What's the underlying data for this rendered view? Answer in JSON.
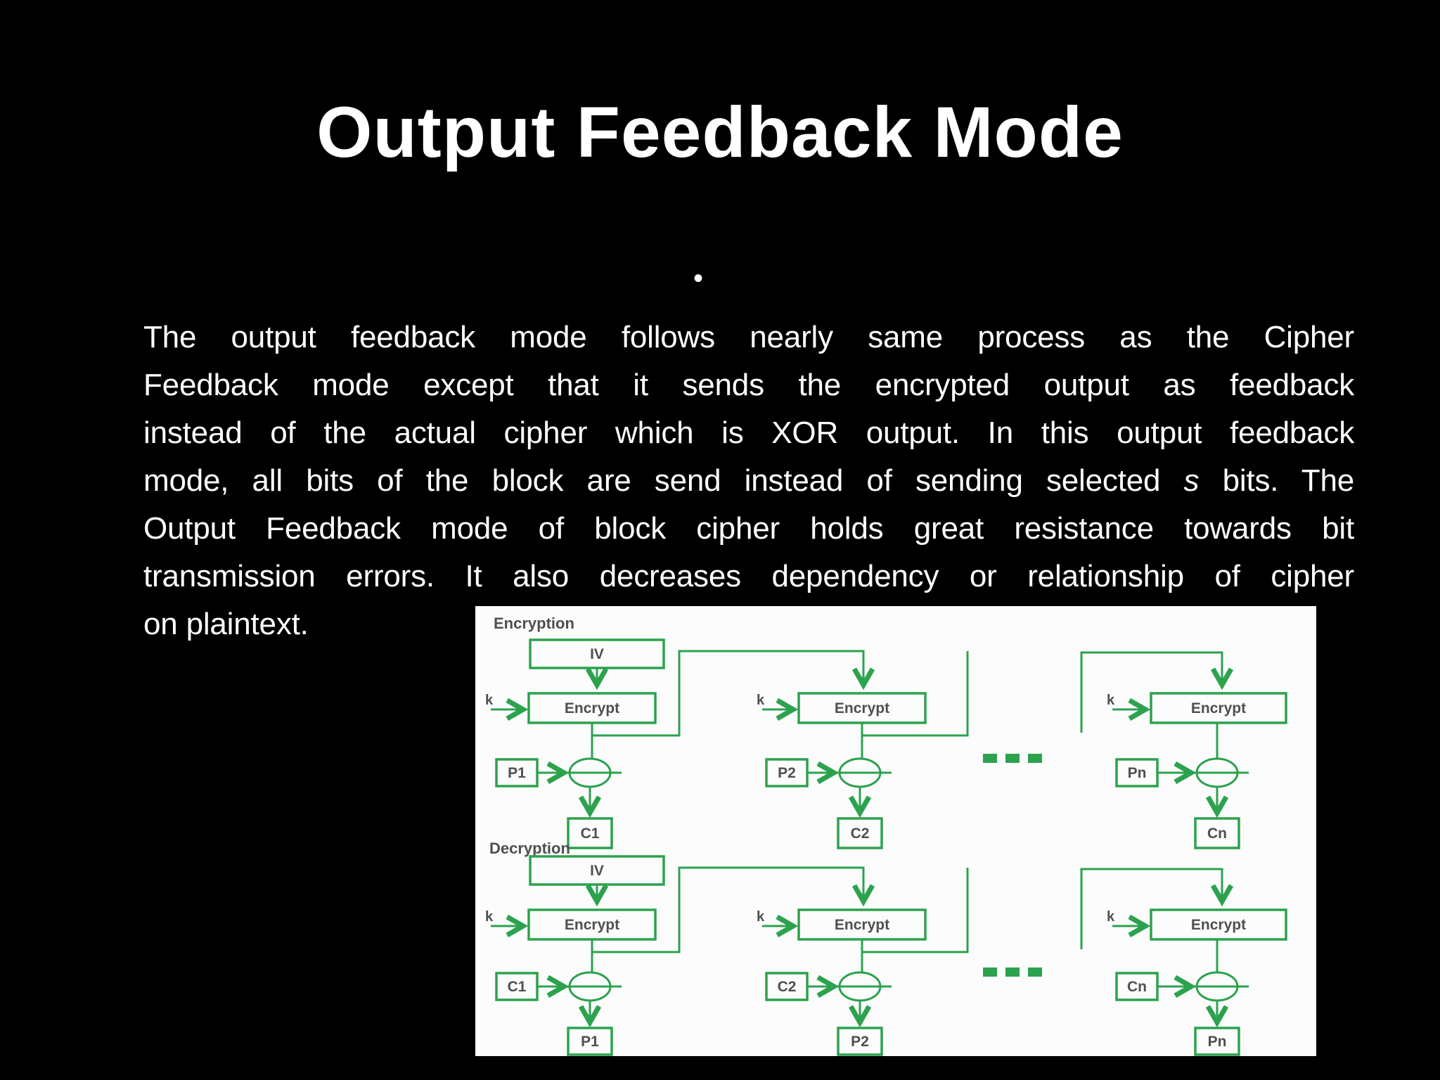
{
  "slide": {
    "title": "Output Feedback Mode",
    "bullet_glyph": "•",
    "paragraph": {
      "lines": [
        "The output feedback mode follows nearly same process as the Cipher",
        "Feedback mode except that it sends the encrypted output as feedback",
        "instead of the actual cipher which is XOR output. In this output feedback",
        {
          "pre": "mode, all bits of the block are send instead of sending selected ",
          "italic": "s",
          "post": " bits. The"
        },
        "Output Feedback mode of block cipher holds great resistance towards bit",
        "transmission errors. It also decreases dependency or relationship of cipher",
        "on plaintext."
      ]
    }
  },
  "diagram": {
    "encryption_label": "Encryption",
    "decryption_label": "Decryption",
    "iv_label": "IV",
    "encrypt_label": "Encrypt",
    "key_label": "k",
    "ellipsis": "...",
    "encryption_blocks": [
      {
        "plain": "P1",
        "cipher": "C1"
      },
      {
        "plain": "P2",
        "cipher": "C2"
      },
      {
        "plain": "Pn",
        "cipher": "Cn"
      }
    ],
    "decryption_blocks": [
      {
        "input": "C1",
        "output": "P1"
      },
      {
        "input": "C2",
        "output": "P2"
      },
      {
        "input": "Cn",
        "output": "Pn"
      }
    ],
    "colors": {
      "line_green": "#2ca24e",
      "box_text": "#4f4f4f",
      "diagram_bg": "#fcfcfc",
      "page_bg": "#000000",
      "slide_text": "#ffffff"
    }
  }
}
